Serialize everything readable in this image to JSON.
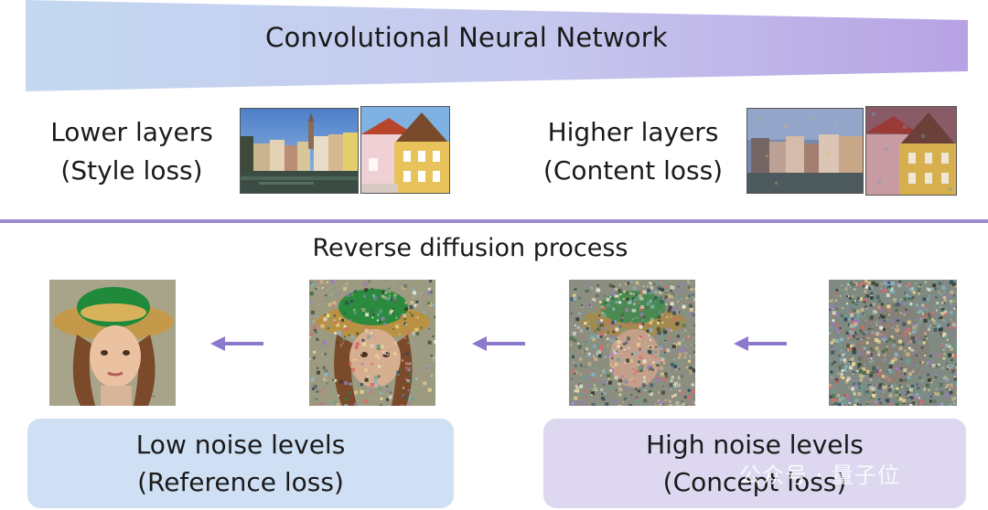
{
  "header": {
    "title": "Convolutional Neural Network"
  },
  "cnn_sections": {
    "lower": {
      "line1": "Lower layers",
      "line2": "(Style loss)"
    },
    "higher": {
      "line1": "Higher layers",
      "line2": "(Content loss)"
    }
  },
  "diffusion": {
    "title": "Reverse diffusion process",
    "low_panel": {
      "line1": "Low noise levels",
      "line2": "(Reference loss)"
    },
    "high_panel": {
      "line1": "High noise levels",
      "line2": "(Concept loss)"
    }
  },
  "watermark": "公众号 · 量子位",
  "colors": {
    "banner_start": "#c2d6f0",
    "banner_end": "#b9a6e6",
    "divider": "#9e8ad0",
    "arrow": "#8c78cc",
    "low_panel_bg": "#cfe0f4",
    "high_panel_bg": "#ddd7ef"
  }
}
